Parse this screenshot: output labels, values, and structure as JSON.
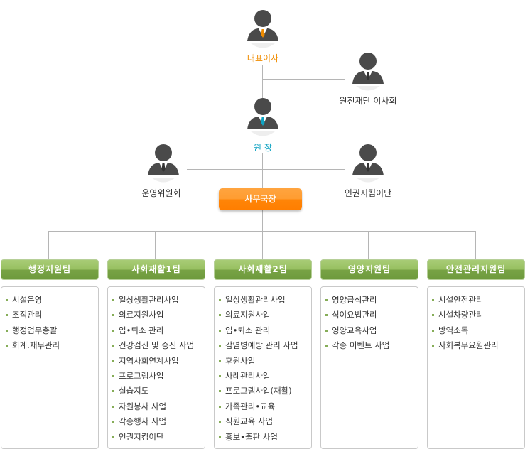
{
  "colors": {
    "ceo": "#f08c00",
    "director": "#0fa3c2",
    "team_green": "#7aa548",
    "chief_orange": "#ff8c1a"
  },
  "people": {
    "ceo": "대표이사",
    "board": "원진재단 이사회",
    "director": "원 장",
    "committee": "운영위원회",
    "rights": "인권지킴이단"
  },
  "chief": "사무국장",
  "teams": [
    {
      "name": "행정지원팀",
      "items": [
        "시설운영",
        "조직관리",
        "행정업무총괄",
        "회계.재무관리"
      ]
    },
    {
      "name": "사회재활1팀",
      "items": [
        "일상생활관리사업",
        "의료지원사업",
        "입•퇴소 관리",
        "건강검진 및 증진 사업",
        "지역사회연계사업",
        "프로그램사업",
        "실습지도",
        "자원봉사 사업",
        "각종행사 사업",
        "인권지킴이단"
      ]
    },
    {
      "name": "사회재활2팀",
      "items": [
        "일상생활관리사업",
        "의료지원사업",
        "입•퇴소 관리",
        "감염병예방 관리 사업",
        "후원사업",
        "사례관리사업",
        "프로그램사업(재활)",
        "가족관리•교육",
        "직원교육 사업",
        "홍보•출판 사업"
      ]
    },
    {
      "name": "영양지원팀",
      "items": [
        "영양급식관리",
        "식이요법관리",
        "영양교육사업",
        "각종 이벤트 사업"
      ]
    },
    {
      "name": "안전관리지원팀",
      "items": [
        "시설안전관리",
        "시설차량관리",
        "방역소독",
        "사회복무요원관리"
      ]
    }
  ]
}
